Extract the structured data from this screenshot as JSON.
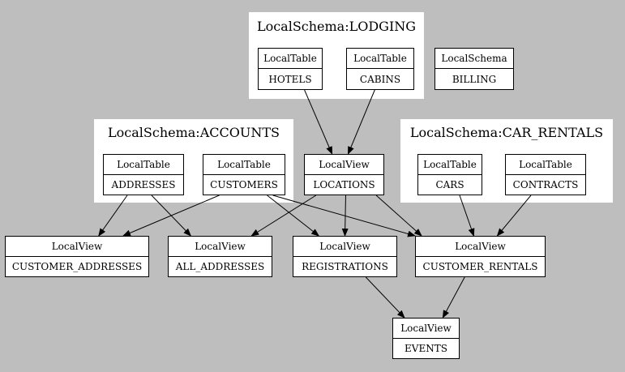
{
  "clusters": {
    "lodging": {
      "title": "LocalSchema:LODGING"
    },
    "accounts": {
      "title": "LocalSchema:ACCOUNTS"
    },
    "car_rentals": {
      "title": "LocalSchema:CAR_RENTALS"
    }
  },
  "nodes": {
    "hotels": {
      "kind": "LocalTable",
      "name": "HOTELS"
    },
    "cabins": {
      "kind": "LocalTable",
      "name": "CABINS"
    },
    "billing": {
      "kind": "LocalSchema",
      "name": "BILLING"
    },
    "addresses": {
      "kind": "LocalTable",
      "name": "ADDRESSES"
    },
    "customers": {
      "kind": "LocalTable",
      "name": "CUSTOMERS"
    },
    "locations": {
      "kind": "LocalView",
      "name": "LOCATIONS"
    },
    "cars": {
      "kind": "LocalTable",
      "name": "CARS"
    },
    "contracts": {
      "kind": "LocalTable",
      "name": "CONTRACTS"
    },
    "customer_addresses": {
      "kind": "LocalView",
      "name": "CUSTOMER_ADDRESSES"
    },
    "all_addresses": {
      "kind": "LocalView",
      "name": "ALL_ADDRESSES"
    },
    "registrations": {
      "kind": "LocalView",
      "name": "REGISTRATIONS"
    },
    "customer_rentals": {
      "kind": "LocalView",
      "name": "CUSTOMER_RENTALS"
    },
    "events": {
      "kind": "LocalView",
      "name": "EVENTS"
    }
  },
  "edges": [
    {
      "from": "hotels",
      "to": "locations"
    },
    {
      "from": "cabins",
      "to": "locations"
    },
    {
      "from": "addresses",
      "to": "customer_addresses"
    },
    {
      "from": "addresses",
      "to": "all_addresses"
    },
    {
      "from": "customers",
      "to": "customer_addresses"
    },
    {
      "from": "customers",
      "to": "registrations"
    },
    {
      "from": "customers",
      "to": "customer_rentals"
    },
    {
      "from": "locations",
      "to": "all_addresses"
    },
    {
      "from": "locations",
      "to": "registrations"
    },
    {
      "from": "locations",
      "to": "customer_rentals"
    },
    {
      "from": "cars",
      "to": "customer_rentals"
    },
    {
      "from": "contracts",
      "to": "customer_rentals"
    },
    {
      "from": "registrations",
      "to": "events"
    },
    {
      "from": "customer_rentals",
      "to": "events"
    }
  ]
}
